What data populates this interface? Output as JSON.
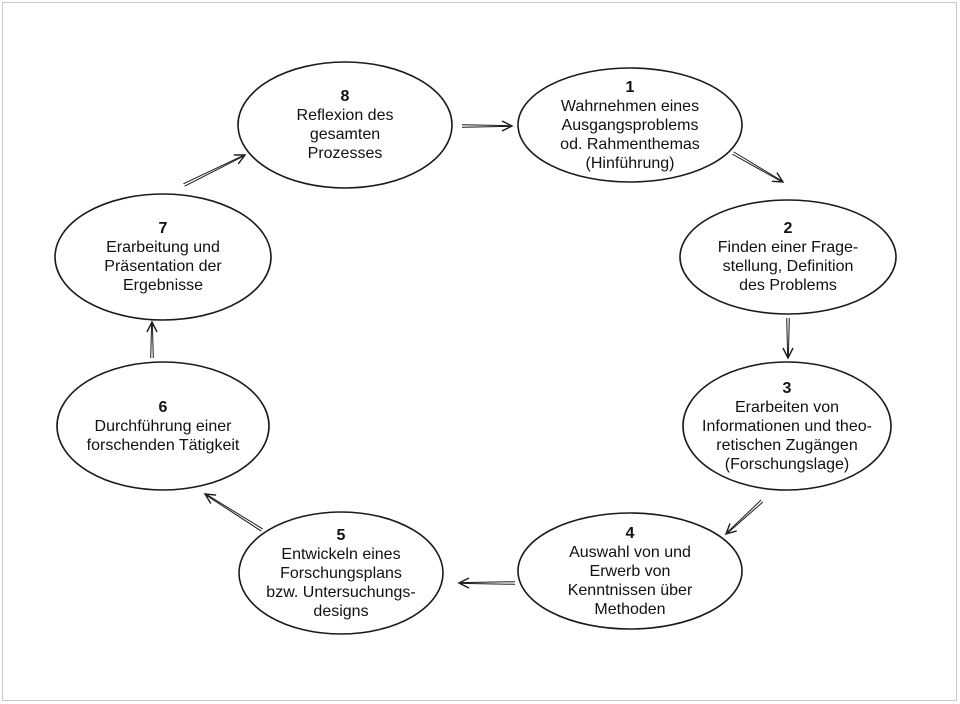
{
  "diagram": {
    "nodes": [
      {
        "id": "n1",
        "number": "1",
        "lines": [
          "Wahrnehmen eines",
          "Ausgangsproblems",
          "od. Rahmenthemas",
          "(Hinführung)"
        ]
      },
      {
        "id": "n2",
        "number": "2",
        "lines": [
          "Finden einer Frage-",
          "stellung, Definition",
          "des Problems"
        ]
      },
      {
        "id": "n3",
        "number": "3",
        "lines": [
          "Erarbeiten von",
          "Informationen und theo-",
          "retischen Zugängen",
          "(Forschungslage)"
        ]
      },
      {
        "id": "n4",
        "number": "4",
        "lines": [
          "Auswahl von und",
          "Erwerb von",
          "Kenntnissen über",
          "Methoden"
        ]
      },
      {
        "id": "n5",
        "number": "5",
        "lines": [
          "Entwickeln eines",
          "Forschungsplans",
          "bzw. Untersuchungs-",
          "designs"
        ]
      },
      {
        "id": "n6",
        "number": "6",
        "lines": [
          "Durchführung einer",
          "forschenden Tätigkeit"
        ]
      },
      {
        "id": "n7",
        "number": "7",
        "lines": [
          "Erarbeitung und",
          "Präsentation der",
          "Ergebnisse"
        ]
      },
      {
        "id": "n8",
        "number": "8",
        "lines": [
          "Reflexion des",
          "gesamten",
          "Prozesses"
        ]
      }
    ],
    "edges": [
      {
        "from": "n8",
        "to": "n1"
      },
      {
        "from": "n1",
        "to": "n2"
      },
      {
        "from": "n2",
        "to": "n3"
      },
      {
        "from": "n3",
        "to": "n4"
      },
      {
        "from": "n4",
        "to": "n5"
      },
      {
        "from": "n5",
        "to": "n6"
      },
      {
        "from": "n6",
        "to": "n7"
      },
      {
        "from": "n7",
        "to": "n8"
      }
    ],
    "colors": {
      "stroke": "#1a1a1a",
      "fill": "#ffffff",
      "text": "#111111"
    }
  }
}
